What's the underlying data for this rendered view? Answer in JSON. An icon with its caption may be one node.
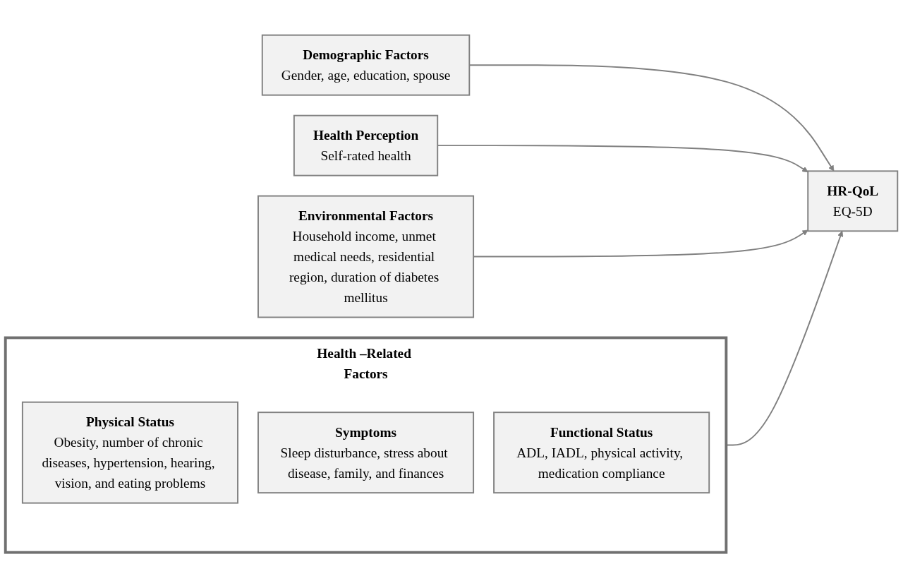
{
  "diagram": {
    "nodes": [
      {
        "text": [
          "Demographic Factors",
          "Gender, age, education, spouse"
        ]
      },
      {
        "text": [
          "Health –Related Factors"
        ]
      },
      {
        "text": [
          "Physical Status",
          "Obesity, number of chronic diseases, hypertension, hearing, vision, and eating problems"
        ],
        "in": 1
      },
      {
        "text": [
          "Symptoms",
          "Sleep disturbance, stress about disease, family, and finances"
        ],
        "in": 1
      },
      {
        "text": [
          "Functional Status",
          "ADL, IADL, physical activity, medication compliance"
        ],
        "in": 1
      },
      {
        "text": [
          "Health Perception",
          "Self-rated health"
        ]
      },
      {
        "text": [
          "Environmental Factors",
          "Household income, unmet medical needs, residential region, duration of diabetes mellitus"
        ]
      },
      {
        "text": [
          "HR-QoL",
          "EQ-5D"
        ]
      }
    ],
    "edges": [
      {
        "from": 0,
        "to": 7,
        "arrow": "to"
      },
      {
        "from": 1,
        "to": 7,
        "arrow": "to"
      },
      {
        "from": 5,
        "to": 7,
        "arrow": "to"
      },
      {
        "from": 6,
        "to": 7,
        "arrow": "to"
      }
    ]
  }
}
